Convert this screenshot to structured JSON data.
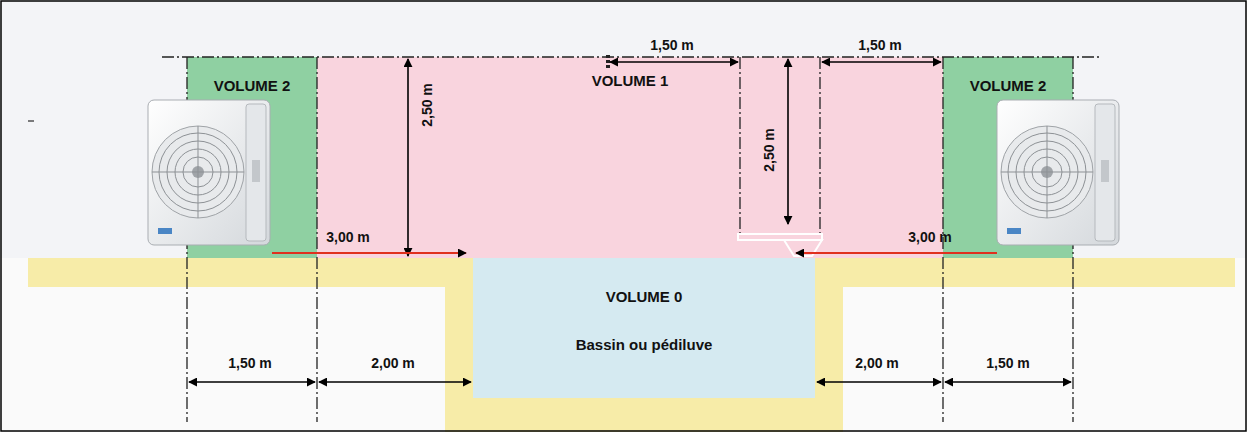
{
  "diagram": {
    "nodes": [
      {
        "text": [
          "VOLUME 2"
        ]
      },
      {
        "text": [
          "VOLUME 1"
        ]
      },
      {
        "text": [
          "VOLUME 2"
        ]
      },
      {
        "text": [
          "VOLUME 0",
          "Bassin ou pédiluve"
        ]
      }
    ],
    "labels": [
      "1,50 m",
      "1,50 m",
      "2,50 m",
      "2,50 m",
      "3,00 m",
      "3,00 m",
      "1,50 m",
      "2,00 m",
      "2,00 m",
      "1,50 m"
    ]
  }
}
